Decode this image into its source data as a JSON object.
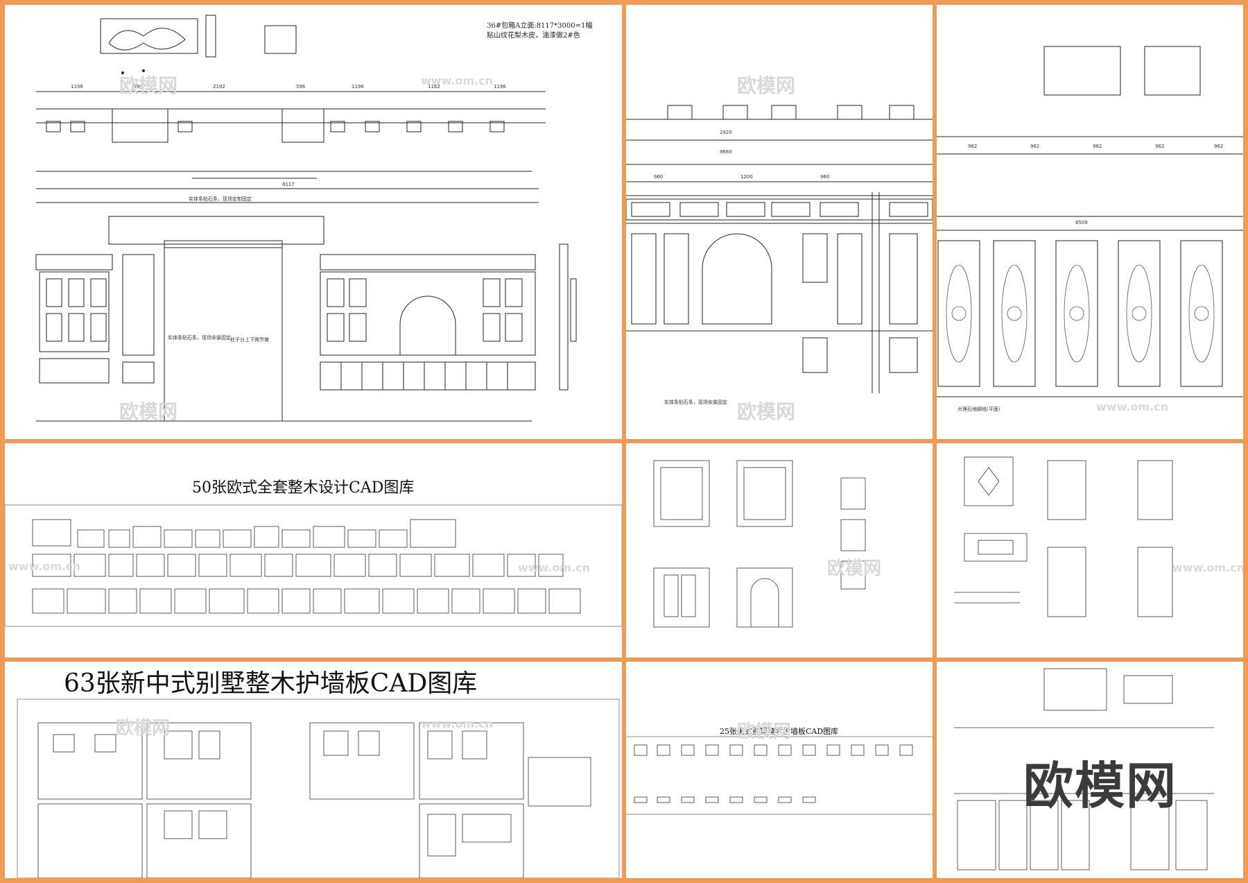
{
  "panels": {
    "p1": {
      "note_line1": "36#包箱A立面:8117*3000=1幅",
      "note_line2": "贴山纹花梨木皮，油漆做2#色",
      "dim_total": "8117",
      "dims_top": [
        "1196",
        "596",
        "2192",
        "596",
        "1196",
        "1162",
        "1196"
      ],
      "annot_1": "实体条贴石条，现场定制固定",
      "annot_2": "柱子分上下两节做",
      "annot_3": "实体条贴石条，现场安装固定"
    },
    "p2": {
      "dims": [
        "2920",
        "9660",
        "960",
        "1200",
        "960"
      ],
      "annot": "实体条贴石条，现场安装固定"
    },
    "p3": {
      "dims_top": [
        "962",
        "962",
        "962",
        "962",
        "962"
      ],
      "dim_total": "8509",
      "annot": "大理石地脚线(平面)"
    },
    "p4": {
      "title": "50张欧式全套整木设计CAD图库"
    },
    "p7": {
      "title": "63张新中式别墅整木护墙板CAD图库"
    },
    "p8": {
      "title": "25张美式别墅整木护墙板CAD图库"
    },
    "p9": {
      "brand": "欧模网"
    }
  },
  "watermark": {
    "cn": "欧模网",
    "url": "www.om.cn"
  },
  "colors": {
    "background": "#ef9a55",
    "panel": "#ffffff",
    "line": "#222222"
  }
}
